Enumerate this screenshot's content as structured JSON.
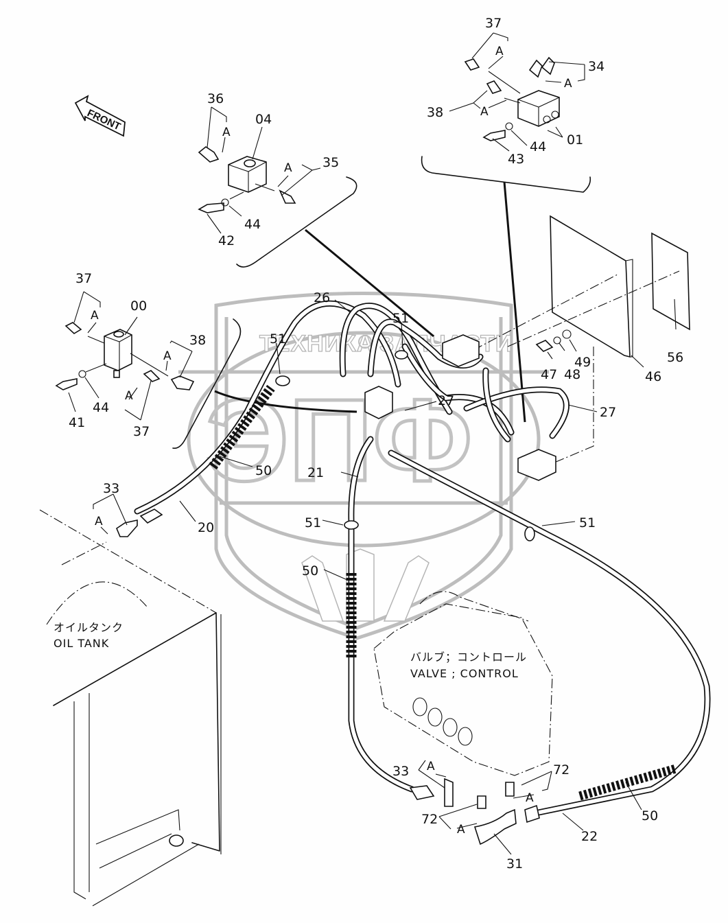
{
  "diagram": {
    "title": "Hydraulic piping – oil tank to control valve",
    "orientation_label": "FRONT",
    "oring_marker": "A",
    "watermark": {
      "brand_text_left": "ТЕХНИКА",
      "brand_text_right": "ЗАПЧАСТИ",
      "logo_letters": "ЭПФ"
    },
    "components": {
      "oil_tank": {
        "jp": "オイルタンク",
        "en": "OIL TANK"
      },
      "control_valve": {
        "jp": "バルブ；コントロール",
        "en": "VALVE ; CONTROL"
      }
    },
    "callouts": [
      {
        "id": "c-37-top",
        "label": "37"
      },
      {
        "id": "c-a-37-top",
        "label": "A"
      },
      {
        "id": "c-34",
        "label": "34"
      },
      {
        "id": "c-a-34",
        "label": "A"
      },
      {
        "id": "c-38-top",
        "label": "38"
      },
      {
        "id": "c-a-38-top",
        "label": "A"
      },
      {
        "id": "c-01",
        "label": "01"
      },
      {
        "id": "c-44-top",
        "label": "44"
      },
      {
        "id": "c-43",
        "label": "43"
      },
      {
        "id": "c-36",
        "label": "36"
      },
      {
        "id": "c-a-36",
        "label": "A"
      },
      {
        "id": "c-04",
        "label": "04"
      },
      {
        "id": "c-35",
        "label": "35"
      },
      {
        "id": "c-a-35",
        "label": "A"
      },
      {
        "id": "c-44-mid",
        "label": "44"
      },
      {
        "id": "c-42",
        "label": "42"
      },
      {
        "id": "c-37-left",
        "label": "37"
      },
      {
        "id": "c-a-37-left",
        "label": "A"
      },
      {
        "id": "c-00",
        "label": "00"
      },
      {
        "id": "c-38-left",
        "label": "38"
      },
      {
        "id": "c-a-38-left",
        "label": "A"
      },
      {
        "id": "c-a-37-low",
        "label": "A"
      },
      {
        "id": "c-41",
        "label": "41"
      },
      {
        "id": "c-44-left",
        "label": "44"
      },
      {
        "id": "c-37-low",
        "label": "37"
      },
      {
        "id": "c-26",
        "label": "26"
      },
      {
        "id": "c-51-a",
        "label": "51"
      },
      {
        "id": "c-51-b",
        "label": "51"
      },
      {
        "id": "c-27-a",
        "label": "27"
      },
      {
        "id": "c-27-b",
        "label": "27"
      },
      {
        "id": "c-47",
        "label": "47"
      },
      {
        "id": "c-48",
        "label": "48"
      },
      {
        "id": "c-49",
        "label": "49"
      },
      {
        "id": "c-46",
        "label": "46"
      },
      {
        "id": "c-56",
        "label": "56"
      },
      {
        "id": "c-50-a",
        "label": "50"
      },
      {
        "id": "c-21",
        "label": "21"
      },
      {
        "id": "c-33-a",
        "label": "33"
      },
      {
        "id": "c-a-33-a",
        "label": "A"
      },
      {
        "id": "c-20",
        "label": "20"
      },
      {
        "id": "c-51-c",
        "label": "51"
      },
      {
        "id": "c-51-d",
        "label": "51"
      },
      {
        "id": "c-50-b",
        "label": "50"
      },
      {
        "id": "c-33-b",
        "label": "33"
      },
      {
        "id": "c-a-33-b",
        "label": "A"
      },
      {
        "id": "c-72-a",
        "label": "72"
      },
      {
        "id": "c-a-72-a",
        "label": "A"
      },
      {
        "id": "c-72-b",
        "label": "72"
      },
      {
        "id": "c-a-72-b",
        "label": "A"
      },
      {
        "id": "c-31",
        "label": "31"
      },
      {
        "id": "c-22",
        "label": "22"
      },
      {
        "id": "c-50-c",
        "label": "50"
      }
    ]
  }
}
